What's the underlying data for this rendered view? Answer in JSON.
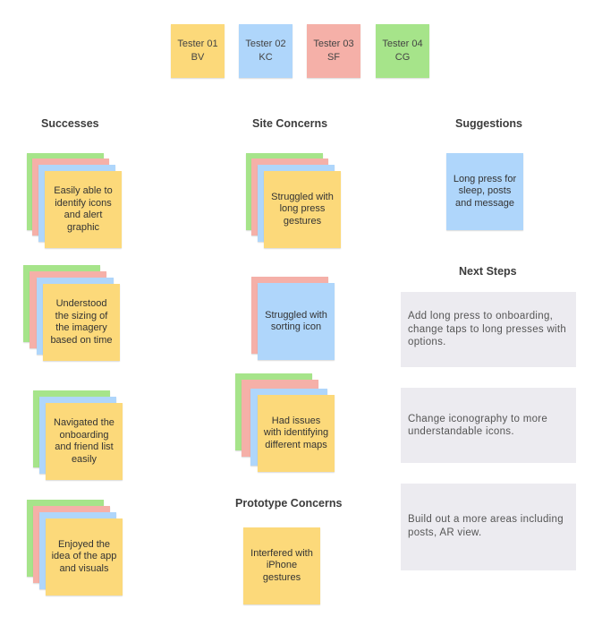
{
  "testers": [
    {
      "name": "Tester 01",
      "initials": "BV",
      "color": "#fcd97a"
    },
    {
      "name": "Tester 02",
      "initials": "KC",
      "color": "#afd6fb"
    },
    {
      "name": "Tester 03",
      "initials": "SF",
      "color": "#f5b0a8"
    },
    {
      "name": "Tester 04",
      "initials": "CG",
      "color": "#a6e48a"
    }
  ],
  "headers": {
    "successes": "Successes",
    "site_concerns": "Site Concerns",
    "suggestions": "Suggestions",
    "next_steps": "Next Steps",
    "prototype_concerns": "Prototype Concerns"
  },
  "successes": [
    "Easily able to identify icons and alert graphic",
    "Understood the sizing of the imagery based on time",
    "Navigated the onboarding and friend list easily",
    "Enjoyed the idea of the app and visuals"
  ],
  "site_concerns": [
    "Struggled with long press gestures",
    "Struggled with sorting icon",
    "Had issues with identifying different maps"
  ],
  "suggestions": [
    "Long press for sleep, posts and message"
  ],
  "prototype_concerns": [
    "Interfered with iPhone gestures"
  ],
  "next_steps": [
    "Add long press to onboarding, change taps to long presses with options.",
    "Change iconography to more understandable icons.",
    "Build out a more areas including posts, AR view."
  ]
}
